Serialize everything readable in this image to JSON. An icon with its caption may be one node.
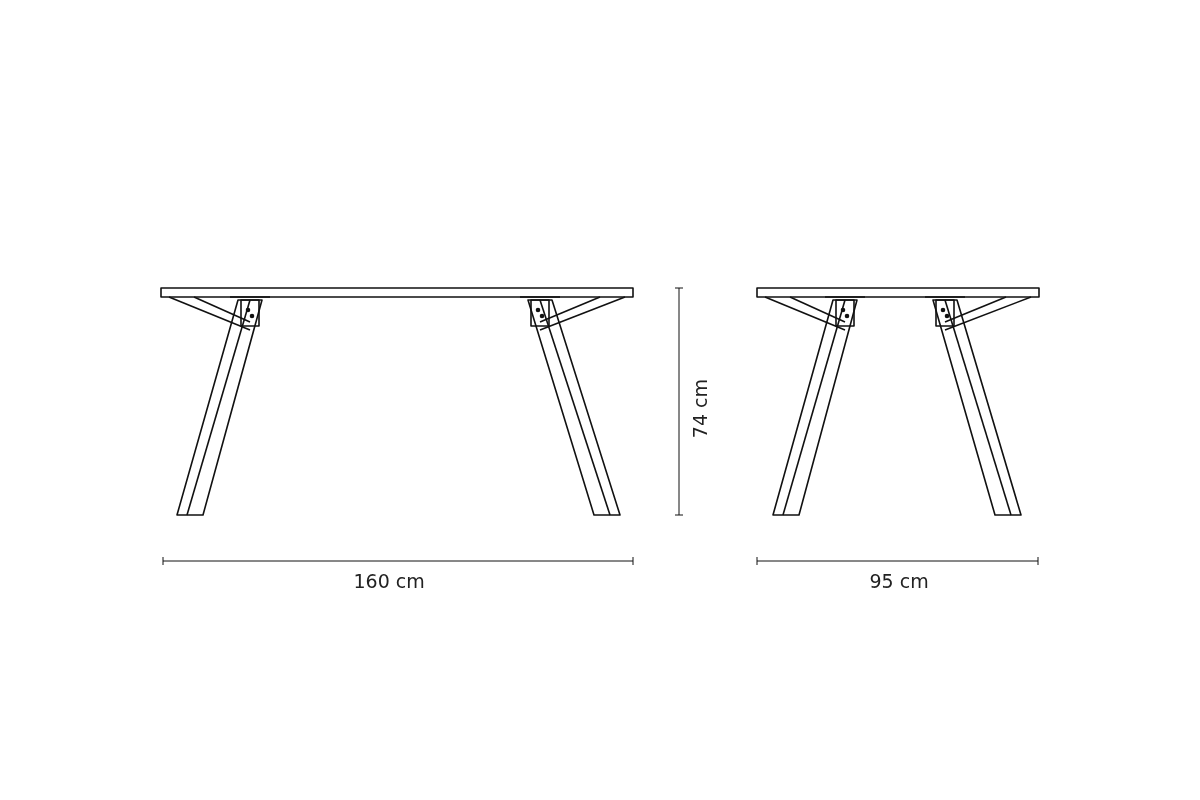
{
  "diagram": {
    "labels": [
      "74 cm",
      "160 cm",
      "95 cm"
    ]
  }
}
